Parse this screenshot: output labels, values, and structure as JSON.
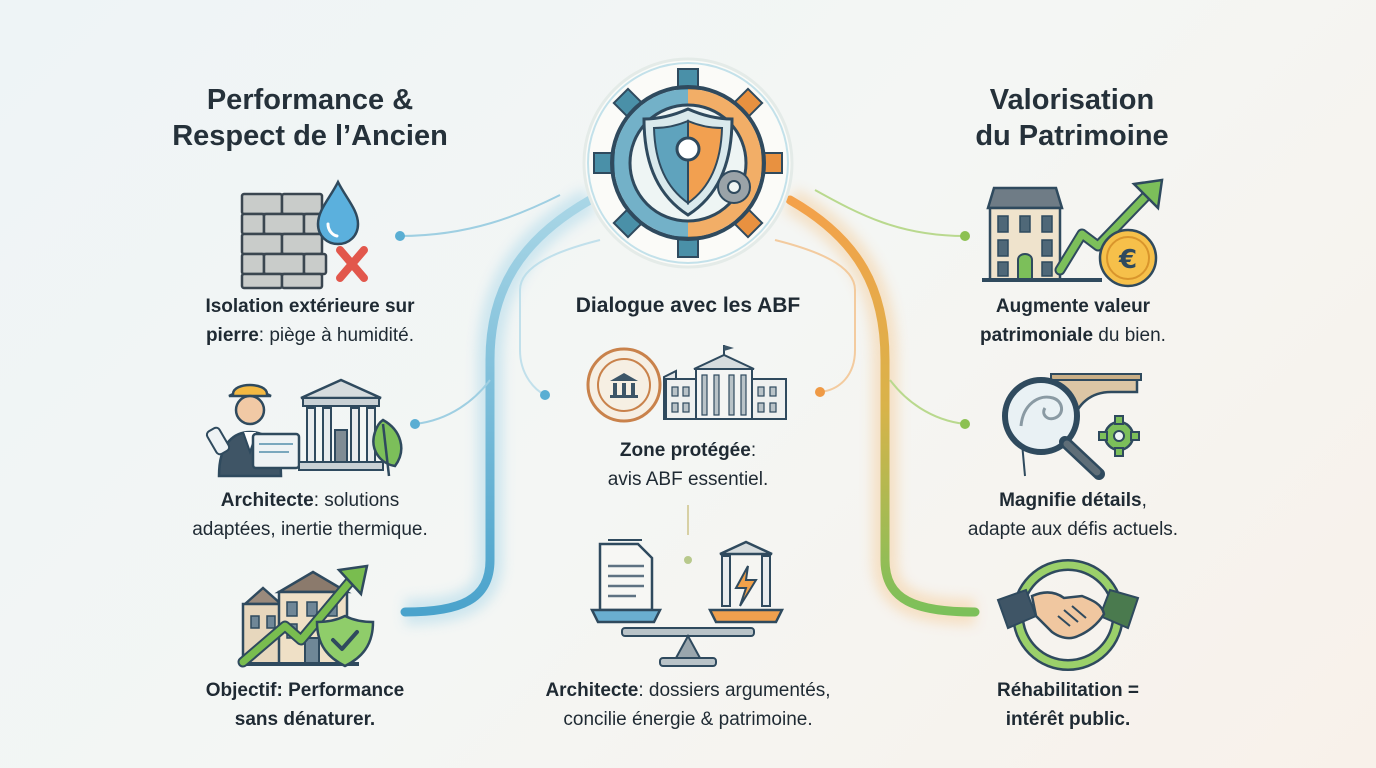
{
  "left": {
    "heading": [
      "Performance &",
      "Respect de l’Ancien"
    ],
    "items": [
      {
        "bold": "Isolation extérieure sur",
        "bold2": "pierre",
        "rest": ": piège à humidité.",
        "icon": "wall-water-cross-icon"
      },
      {
        "bold": "Architecte",
        "rest": ": solutions",
        "line2": "adaptées, inertie thermique.",
        "icon": "architect-building-leaf-icon"
      },
      {
        "bold": "Objectif: Performance",
        "bold2": "sans dénaturer.",
        "icon": "building-arrow-shield-icon"
      }
    ]
  },
  "center": {
    "title": "Dialogue avec les ABF",
    "items": [
      {
        "bold": "Zone protégée",
        "rest": ":",
        "line2": "avis ABF essentiel.",
        "icon": "stamp-government-building-icon"
      },
      {
        "bold": "Architecte",
        "rest": ": dossiers argumentés,",
        "line2": "concilie énergie & patrimoine.",
        "icon": "balance-documents-energy-icon"
      }
    ]
  },
  "right": {
    "heading": [
      "Valorisation",
      "du Patrimoine"
    ],
    "items": [
      {
        "bold": "Augmente valeur",
        "bold2": "patrimoniale",
        "rest": " du bien.",
        "icon": "house-growth-euro-icon"
      },
      {
        "bold": "Magnifie détails",
        "rest": ",",
        "line2": "adapte aux défis actuels.",
        "icon": "magnifier-cornice-gear-icon"
      },
      {
        "bold": "Réhabilitation =",
        "bold2": "intérêt public.",
        "icon": "handshake-ring-icon"
      }
    ]
  },
  "colors": {
    "blue": "#5aaed3",
    "orange": "#ef9a45",
    "green": "#8cc152",
    "navy": "#2f4a5e"
  }
}
